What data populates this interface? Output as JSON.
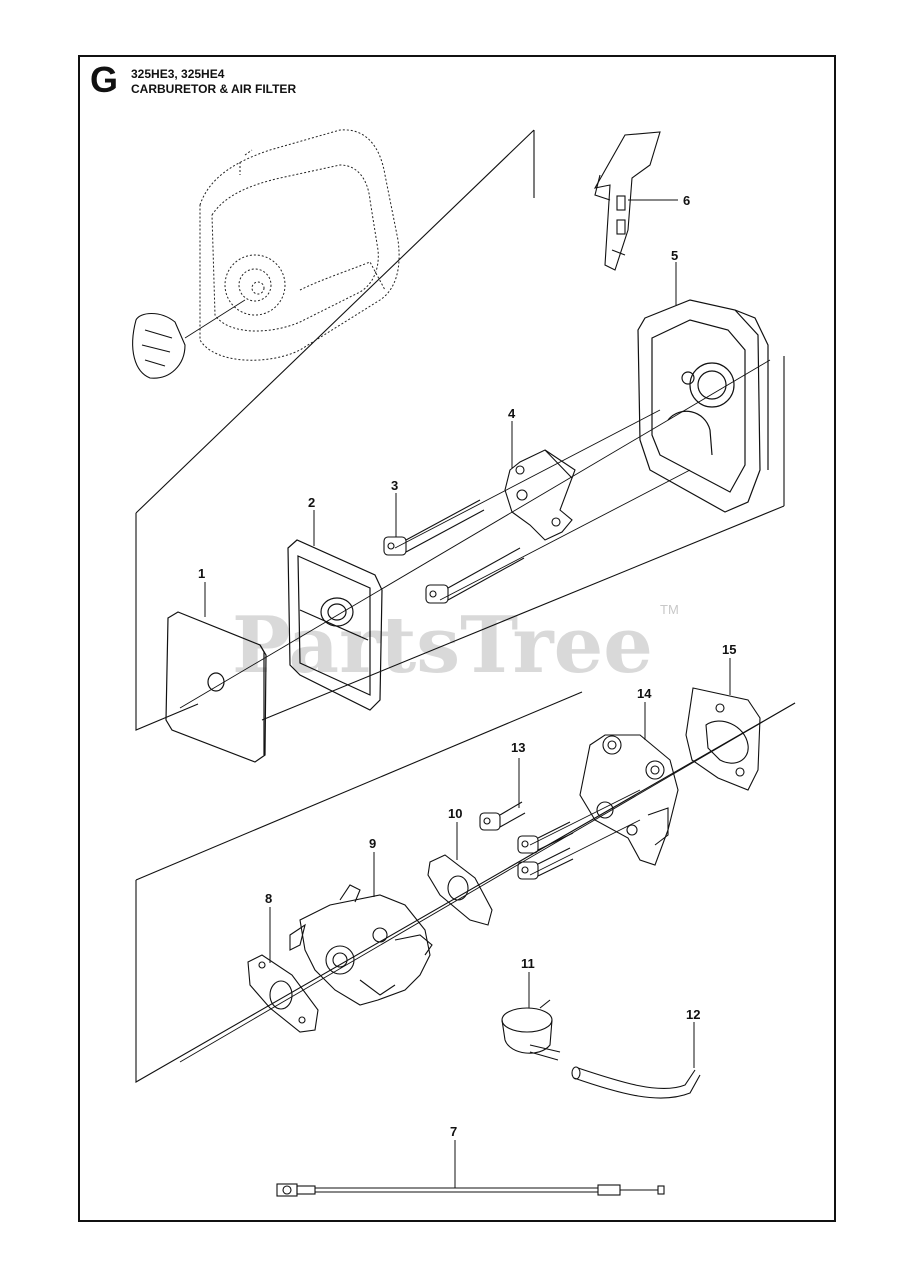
{
  "header": {
    "section_letter": "G",
    "models": "325HE3, 325HE4",
    "title": "CARBURETOR & AIR FILTER"
  },
  "watermark": {
    "text": "PartsTree",
    "trademark": "TM"
  },
  "callouts": [
    "1",
    "2",
    "3",
    "4",
    "5",
    "6",
    "7",
    "8",
    "9",
    "10",
    "11",
    "12",
    "13",
    "14",
    "15"
  ],
  "colors": {
    "line": "#111111",
    "watermark": "#d9d9d9",
    "background": "#ffffff"
  }
}
